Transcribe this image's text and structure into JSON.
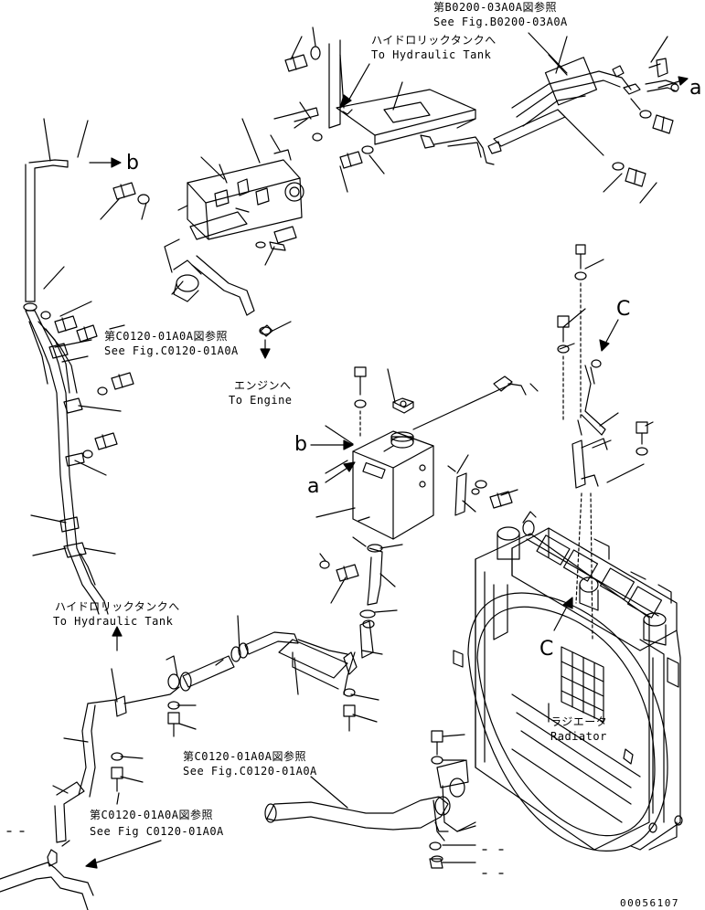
{
  "references": {
    "fig_b0200_jp": "第B0200-03A0A図参照",
    "fig_b0200_en": "See Fig.B0200-03A0A",
    "fig_c0120_top_jp": "第C0120-01A0A図参照",
    "fig_c0120_top_en": "See Fig.C0120-01A0A",
    "fig_c0120_mid_jp": "第C0120-01A0A図参照",
    "fig_c0120_mid_en": "See Fig.C0120-01A0A",
    "fig_c0120_bot_jp": "第C0120-01A0A図参照",
    "fig_c0120_bot_en": "See Fig C0120-01A0A"
  },
  "destinations": {
    "hydraulic_top_jp": "ハイドロリックタンクへ",
    "hydraulic_top_en": "To Hydraulic Tank",
    "engine_jp": "エンジンへ",
    "engine_en": "To Engine",
    "hydraulic_left_jp": "ハイドロリックタンクへ",
    "hydraulic_left_en": "To Hydraulic Tank",
    "radiator_jp": "ラジエータ",
    "radiator_en": "Radiator"
  },
  "markers": {
    "a_top": "a",
    "b_top": "b",
    "c_top": "C",
    "b_tank": "b",
    "a_tank": "a",
    "c_radiator": "C"
  },
  "drawing_number": "00056107"
}
